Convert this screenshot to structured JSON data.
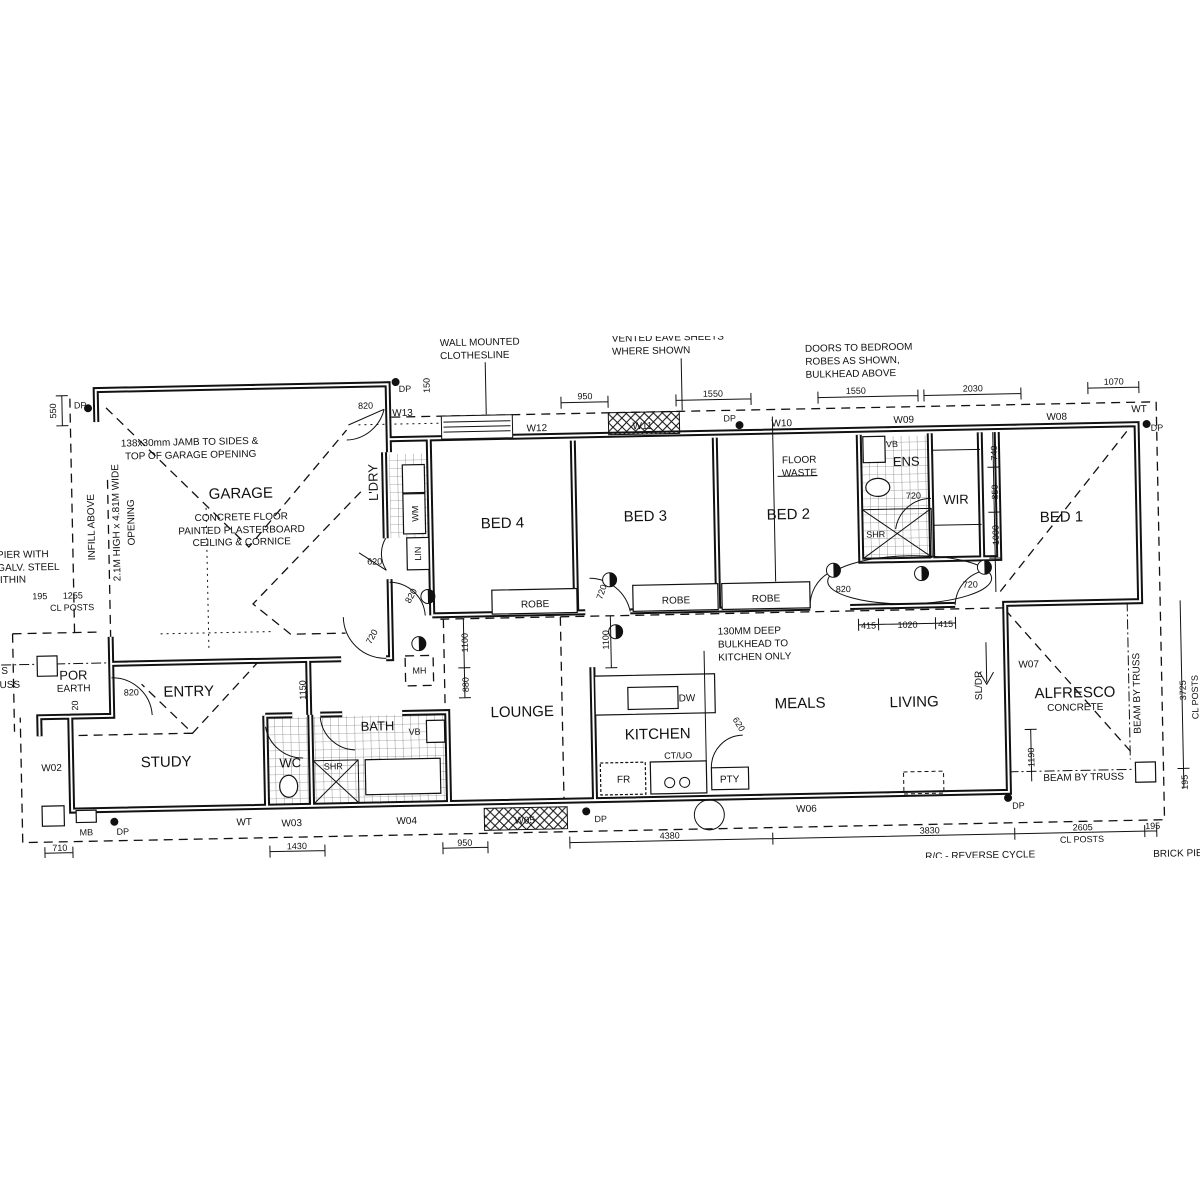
{
  "notes": {
    "clothesline": [
      "WALL MOUNTED",
      "CLOTHESLINE"
    ],
    "vented_eave": [
      "VENTED EAVE SHEETS",
      "WHERE SHOWN"
    ],
    "robe_doors": [
      "DOORS TO BEDROOM",
      "ROBES AS SHOWN,",
      "BULKHEAD ABOVE"
    ],
    "jamb": [
      "138x30mm JAMB TO SIDES &",
      "TOP OF GARAGE OPENING"
    ],
    "garage_opening": [
      "2.1M HIGH x 4.81M WIDE",
      "OPENING"
    ],
    "infill": "INFILL ABOVE",
    "pier": [
      "PIER WITH",
      "GALV. STEEL",
      "WITHIN"
    ],
    "left_truss": [
      "S",
      "USS"
    ],
    "floor_waste": [
      "FLOOR",
      "WASTE"
    ],
    "bulkhead": [
      "130MM DEEP",
      "BULKHEAD TO",
      "KITCHEN ONLY"
    ],
    "beam_truss_v": "BEAM BY TRUSS",
    "beam_truss_h": "BEAM BY TRUSS",
    "reverse_cycle": "R/C - REVERSE CYCLE",
    "brick_pier": "BRICK PIER",
    "cl_posts": "CL POSTS"
  },
  "rooms": {
    "garage": "GARAGE",
    "garage_sub": [
      "CONCRETE FLOOR",
      "PAINTED PLASTERBOARD",
      "CEILING & CORNICE"
    ],
    "laundry": "L'DRY",
    "wm": "WM",
    "lin": "LIN",
    "bed4": "BED 4",
    "bed3": "BED 3",
    "bed2": "BED 2",
    "bed1": "BED 1",
    "robe": "ROBE",
    "ens": "ENS",
    "vb": "VB",
    "shr": "SHR",
    "wir": "WIR",
    "mh": "MH",
    "por": "POR",
    "earth": "EARTH",
    "entry": "ENTRY",
    "study": "STUDY",
    "wc": "WC",
    "bath": "BATH",
    "lounge": "LOUNGE",
    "kitchen": "KITCHEN",
    "dw": "DW",
    "fr": "FR",
    "ct_uo": "CT/UO",
    "pty": "PTY",
    "meals": "MEALS",
    "living": "LIVING",
    "sldr": "SL/DR",
    "alfresco": "ALFRESCO",
    "alfresco_sub": "CONCRETE"
  },
  "windows": {
    "w13": "W13",
    "w12": "W12",
    "w11": "W11",
    "w10": "W10",
    "w09": "W09",
    "w08": "W08",
    "w07": "W07",
    "w06": "W06",
    "w05": "W05",
    "w04": "W04",
    "w03": "W03",
    "w02": "W02",
    "wt": "WT",
    "dp": "DP",
    "mb": "MB",
    "pier_20": "20"
  },
  "doors": {
    "d820": "820",
    "d620": "620",
    "d720": "720"
  },
  "dims": {
    "top": [
      "950",
      "1550",
      "1550",
      "2030",
      "1070"
    ],
    "bottom": [
      "710",
      "1430",
      "950",
      "4380",
      "3830",
      "2605",
      "195"
    ],
    "left_550": "550",
    "top_150": "150",
    "por": [
      "195",
      "1255"
    ],
    "bed1": [
      "740",
      "850",
      "1000"
    ],
    "hall": [
      "415",
      "1020",
      "415"
    ],
    "lounge": [
      "1100",
      "880"
    ],
    "kitchen_1100": "1100",
    "entry_1150": "1150",
    "alfresco_1190": "1190",
    "right": [
      "3725",
      "195"
    ]
  }
}
